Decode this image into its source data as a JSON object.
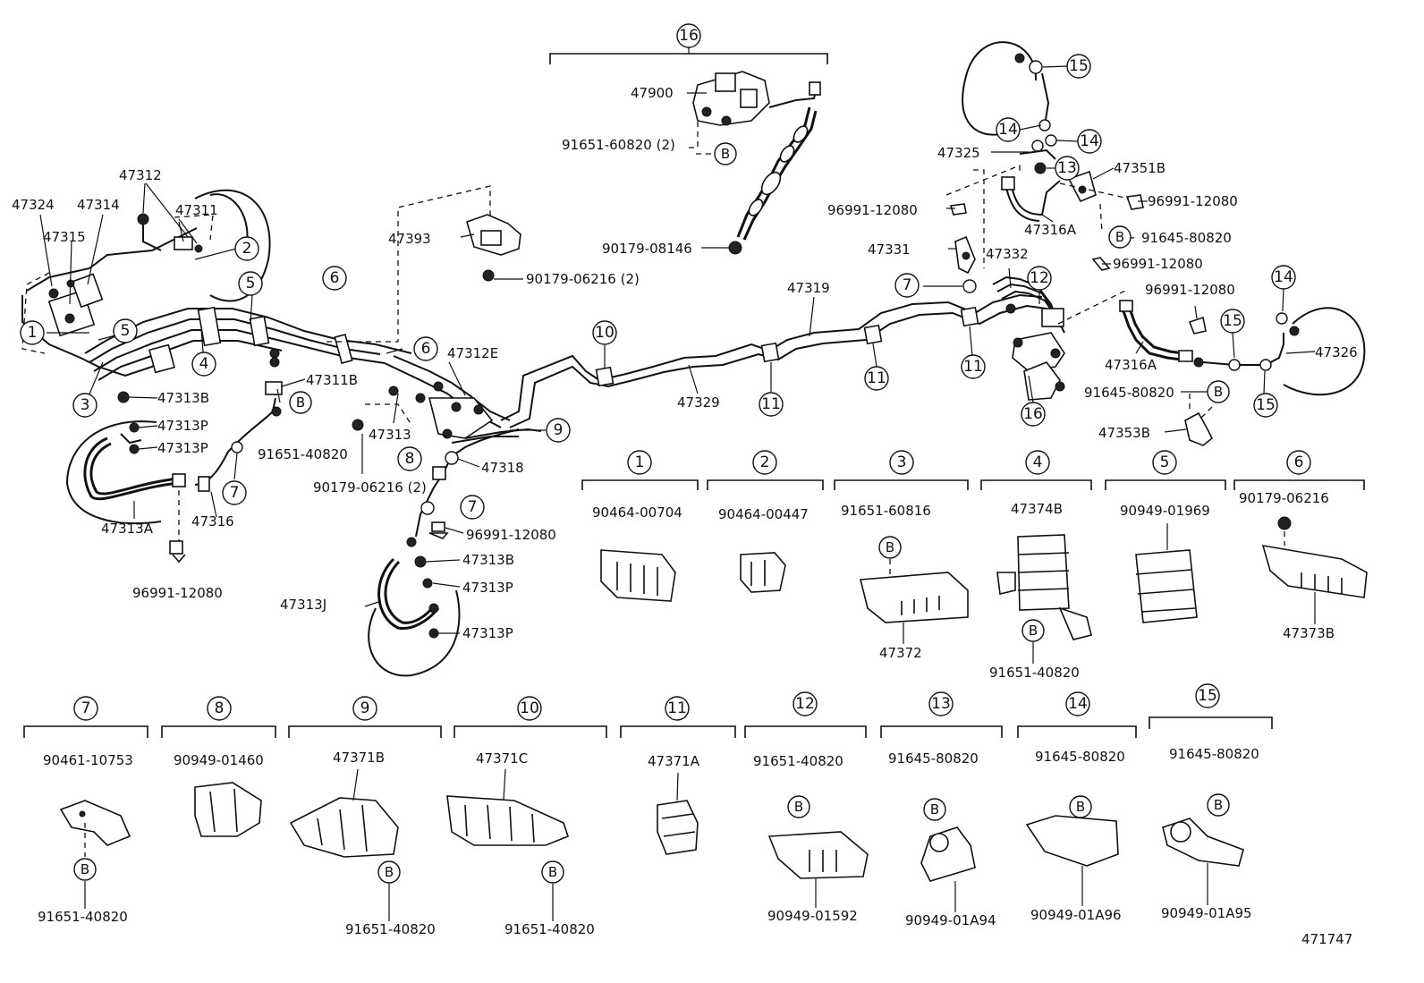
{
  "figure_code": "471747",
  "callout_b": "B",
  "assembly_labels": {
    "a47324": "47324",
    "a47314": "47314",
    "a47312": "47312",
    "a47311": "47311",
    "a47315": "47315",
    "a47313b_1": "47313B",
    "a47313p_1": "47313P",
    "a47313p_2": "47313P",
    "a47313a": "47313A",
    "a47316": "47316",
    "a96991_1": "96991-12080",
    "a47311b": "47311B",
    "a91651_40820_1": "91651-40820",
    "a47313": "47313",
    "a90179_06216_a": "90179-06216 (2)",
    "a47393": "47393",
    "a90179_06216_b": "90179-06216 (2)",
    "a47312e": "47312E",
    "a47318": "47318",
    "a96991_2": "96991-12080",
    "a47313b_2": "47313B",
    "a47313p_3": "47313P",
    "a47313j": "47313J",
    "a47313p_4": "47313P",
    "a47900": "47900",
    "a91651_60820": "91651-60820 (2)",
    "a90179_08146": "90179-08146",
    "a47319": "47319",
    "a47329": "47329",
    "a47325": "47325",
    "a47351b": "47351B",
    "a96991_3": "96991-12080",
    "a96991_4": "96991-12080",
    "a47316a_1": "47316A",
    "a91645_80820_1": "91645-80820",
    "a47331": "47331",
    "a47332": "47332",
    "a96991_5": "96991-12080",
    "a96991_6": "96991-12080",
    "a47316a_2": "47316A",
    "a91645_80820_2": "91645-80820",
    "a47326": "47326",
    "a47353b": "47353B"
  },
  "numbers": {
    "n1": "1",
    "n2": "2",
    "n3": "3",
    "n4": "4",
    "n5": "5",
    "n6": "6",
    "n7": "7",
    "n8": "8",
    "n9": "9",
    "n10": "10",
    "n11": "11",
    "n12": "12",
    "n13": "13",
    "n14": "14",
    "n15": "15",
    "n16": "16"
  },
  "detail_groups": [
    {
      "num": "1",
      "top": "90464-00704",
      "bottom": ""
    },
    {
      "num": "2",
      "top": "90464-00447",
      "bottom": ""
    },
    {
      "num": "3",
      "top": "91651-60816",
      "bottom": "47372"
    },
    {
      "num": "4",
      "top": "47374B",
      "bottom": "91651-40820"
    },
    {
      "num": "5",
      "top": "90949-01969",
      "bottom": ""
    },
    {
      "num": "6",
      "top": "90179-06216",
      "bottom": "47373B"
    },
    {
      "num": "7",
      "top": "90461-10753",
      "bottom": "91651-40820"
    },
    {
      "num": "8",
      "top": "90949-01460",
      "bottom": ""
    },
    {
      "num": "9",
      "top": "47371B",
      "bottom": "91651-40820"
    },
    {
      "num": "10",
      "top": "47371C",
      "bottom": "91651-40820"
    },
    {
      "num": "11",
      "top": "47371A",
      "bottom": ""
    },
    {
      "num": "12",
      "top": "91651-40820",
      "bottom": "90949-01592"
    },
    {
      "num": "13",
      "top": "91645-80820",
      "bottom": "90949-01A94"
    },
    {
      "num": "14",
      "top": "91645-80820",
      "bottom": "90949-01A96"
    },
    {
      "num": "15",
      "top": "91645-80820",
      "bottom": "90949-01A95"
    }
  ]
}
